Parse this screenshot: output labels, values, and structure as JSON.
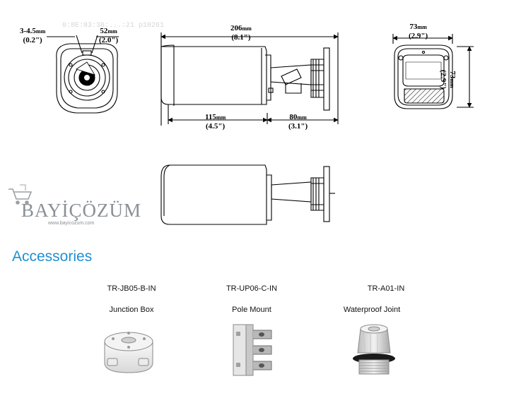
{
  "faint_overlay": "0:8E:83:36:...:21 p10261",
  "front_view": {
    "dim_a": "3-4.5",
    "dim_a_unit": "mm",
    "dim_a_inch": "(0.2\")",
    "dim_b": "52",
    "dim_b_unit": "mm",
    "dim_b_inch": "(2.0\")"
  },
  "side_view": {
    "length": "206",
    "length_unit": "mm",
    "length_inch": "(8.1\")",
    "body": "115",
    "body_unit": "mm",
    "body_inch": "(4.5\")",
    "mount": "80",
    "mount_unit": "mm",
    "mount_inch": "(3.1\")"
  },
  "rear_view": {
    "width": "73",
    "width_unit": "mm",
    "width_inch": "(2.9\")",
    "height": "73",
    "height_unit": "mm",
    "height_inch": "(2.9\")"
  },
  "watermark": {
    "brand": "BAYİÇÖZÜM",
    "url": "www.bayicozum.com"
  },
  "accessories": {
    "title": "Accessories",
    "items": [
      {
        "code": "TR-JB05-B-IN",
        "name": "Junction Box"
      },
      {
        "code": "TR-UP06-C-IN",
        "name": "Pole Mount"
      },
      {
        "code": "TR-A01-IN",
        "name": "Waterproof Joint"
      }
    ]
  }
}
